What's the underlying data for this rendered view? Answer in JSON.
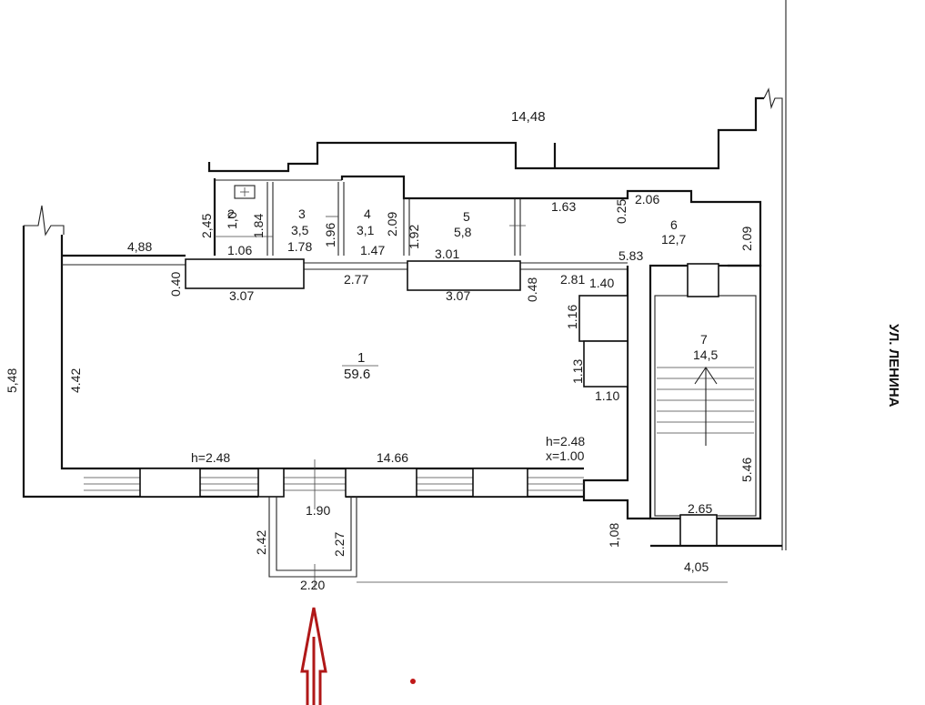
{
  "overall_width": "14,48",
  "street_label": "УЛ. ЛЕНИНА",
  "rooms": [
    {
      "num": "1",
      "area": "59.6"
    },
    {
      "num": "2",
      "area": "1,0"
    },
    {
      "num": "3",
      "area": "3,5"
    },
    {
      "num": "4",
      "area": "3,1"
    },
    {
      "num": "5",
      "area": "5,8"
    },
    {
      "num": "6",
      "area": "12,7"
    },
    {
      "num": "7",
      "area": "14,5"
    }
  ],
  "heights": {
    "main": "h=2.48",
    "left": "h=2.48",
    "scale": "x=1.00"
  },
  "dims": {
    "d_4_88": "4,88",
    "d_0_40": "0.40",
    "d_3_07a": "3.07",
    "d_1_78": "1.78",
    "d_2_77": "2.77",
    "d_3_01": "3.01",
    "d_3_07b": "3.07",
    "d_0_48": "0.48",
    "d_2_81": "2.81",
    "d_5_83": "5.83",
    "d_1_40": "1.40",
    "d_1_16": "1.16",
    "d_1_13": "1.13",
    "d_1_10": "1.10",
    "d_4_42": "4.42",
    "d_5_48": "5,48",
    "d_14_66": "14.66",
    "d_1_90": "1.90",
    "d_2_42": "2.42",
    "d_2_27": "2.27",
    "d_2_20": "2.20",
    "d_1_08": "1,08",
    "d_2_65": "2.65",
    "d_4_05": "4,05",
    "d_5_46": "5.46",
    "d_2_45": "2,45",
    "d_1_84": "1.84",
    "d_1_06": "1.06",
    "d_1_96": "1.96",
    "d_1_47": "1.47",
    "d_2_09a": "2.09",
    "d_1_92": "1.92",
    "d_1_63": "1.63",
    "d_0_25": "0.25",
    "d_2_06": "2.06",
    "d_2_09b": "2.09"
  }
}
